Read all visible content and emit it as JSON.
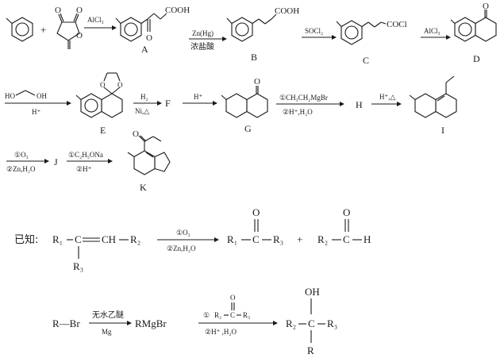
{
  "row1": {
    "plus": "+",
    "r1_reagent": "AlCl₃",
    "cooh_A": "COOH",
    "label_A": "A",
    "r2_reagent": "Zn(Hg)",
    "r2_reagent2": "浓盐酸",
    "cooh_B": "COOH",
    "label_B": "B",
    "r3_reagent": "SOCl₂",
    "cocl_C": "COCl",
    "label_C": "C",
    "r4_reagent": "AlCl₃",
    "label_D": "D"
  },
  "row2": {
    "diol": "HO",
    "diol2": "OH",
    "r5_reagent": "H⁺",
    "label_E": "E",
    "r6_reagent": "H₂",
    "r6_reagent2": "Ni,△",
    "label_F": "F",
    "r7_reagent": "H⁺",
    "label_G": "G",
    "r8_reagent": "①CH₃CH₂MgBr",
    "r8_reagent2": "②H⁺,H₂O",
    "label_H": "H",
    "r9_reagent": "H⁺,△",
    "label_I": "I"
  },
  "row3": {
    "r10_reagent": "①O₃",
    "r10_reagent2": "②Zn,H₂O",
    "label_J": "J",
    "r11_reagent": "①C₂H₅ONa",
    "r11_reagent2": "②H⁺",
    "label_K": "K"
  },
  "known1": {
    "prefix": "已知:",
    "r1": "R₁",
    "c1": "C",
    "ch": "CH",
    "r2": "R₂",
    "r3": "R₃",
    "reagent": "①O₃",
    "reagent2": "②Zn,H₂O",
    "p_r1": "R₁",
    "p_c": "C",
    "p_r3": "R₃",
    "p_o": "O",
    "plus": "+",
    "p_r2": "R₂",
    "p_c2": "C",
    "p_h": "H",
    "p_o2": "O"
  },
  "known2": {
    "rbr": "R—Br",
    "above": "无水乙醚",
    "below": "Mg",
    "rmgbr": "RMgBr",
    "reagent1_num": "①",
    "reagent1_r2": "R₂",
    "reagent1_c": "C",
    "reagent1_r3": "R₃",
    "reagent1_o": "O",
    "reagent2": "②H⁺ ,H₂O",
    "oh": "OH",
    "p_r2": "R₂",
    "p_c": "C",
    "p_r3": "R₃",
    "p_r": "R"
  }
}
